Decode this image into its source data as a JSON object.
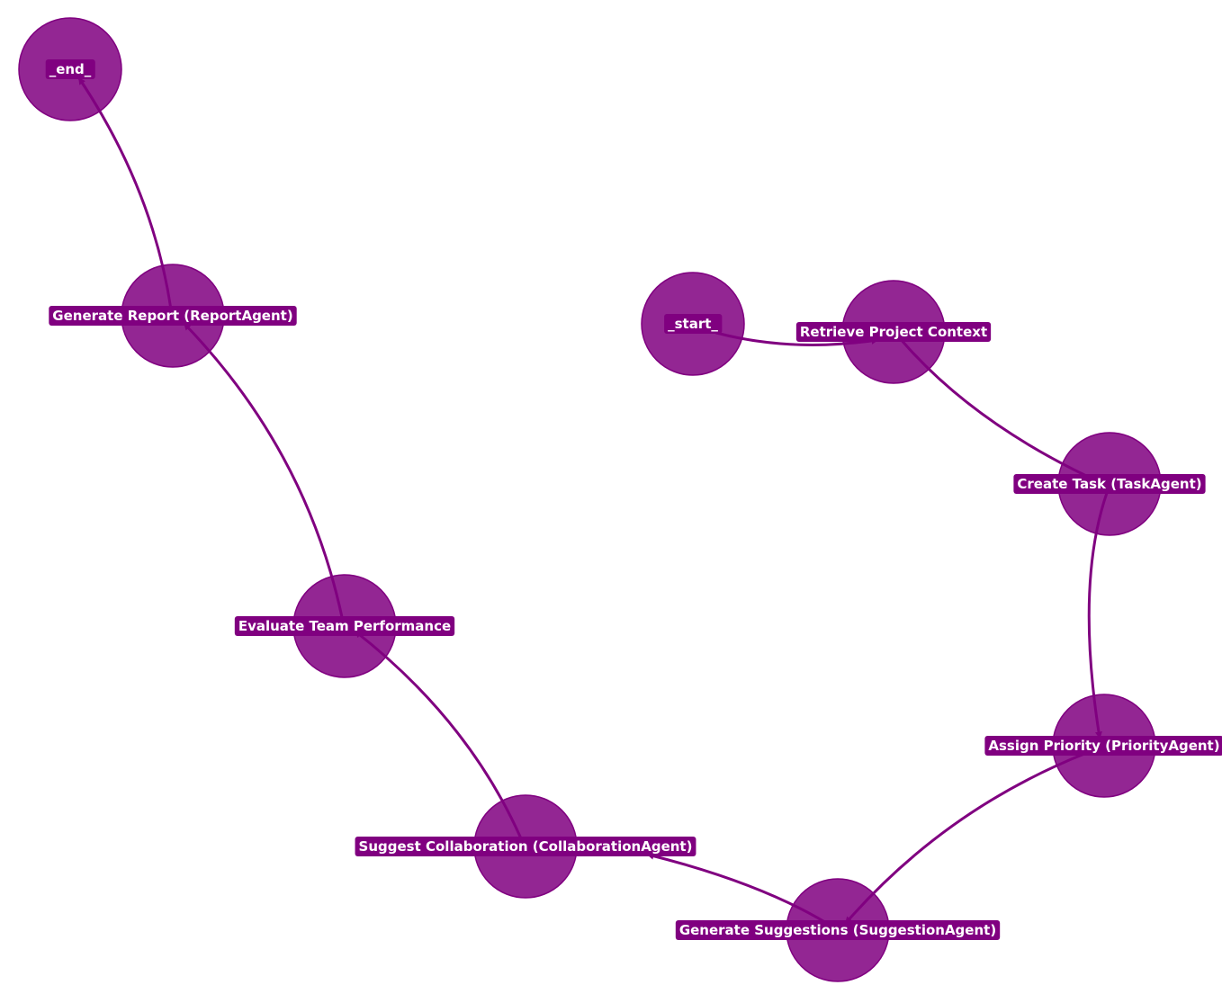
{
  "diagram": {
    "type": "directed-graph",
    "node_color": "#800080",
    "edge_color": "#800080",
    "label_background": "#800080",
    "label_text_color": "#ffffff",
    "nodes": [
      {
        "id": "start",
        "label": "_start_"
      },
      {
        "id": "retrieve",
        "label": "Retrieve Project Context"
      },
      {
        "id": "task",
        "label": "Create Task (TaskAgent)"
      },
      {
        "id": "priority",
        "label": "Assign Priority (PriorityAgent)"
      },
      {
        "id": "suggestions",
        "label": "Generate Suggestions (SuggestionAgent)"
      },
      {
        "id": "collaboration",
        "label": "Suggest Collaboration (CollaborationAgent)"
      },
      {
        "id": "evaluate",
        "label": "Evaluate Team Performance"
      },
      {
        "id": "report",
        "label": "Generate Report (ReportAgent)"
      },
      {
        "id": "end",
        "label": "_end_"
      }
    ],
    "edges": [
      {
        "from": "start",
        "to": "retrieve"
      },
      {
        "from": "retrieve",
        "to": "task"
      },
      {
        "from": "task",
        "to": "priority"
      },
      {
        "from": "priority",
        "to": "suggestions"
      },
      {
        "from": "suggestions",
        "to": "collaboration"
      },
      {
        "from": "collaboration",
        "to": "evaluate"
      },
      {
        "from": "evaluate",
        "to": "report"
      },
      {
        "from": "report",
        "to": "end"
      }
    ]
  }
}
